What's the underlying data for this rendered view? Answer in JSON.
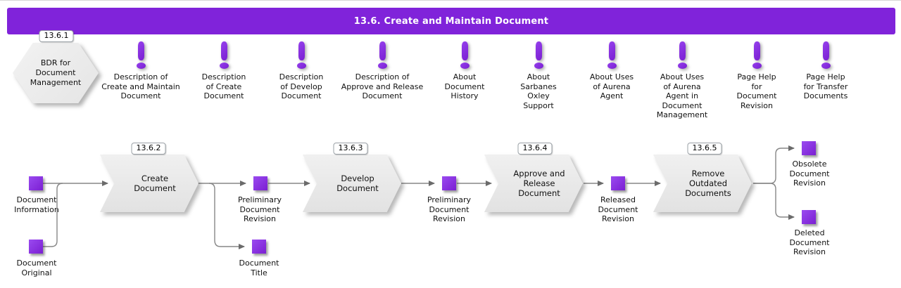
{
  "header": {
    "title": "13.6. Create and Maintain Document"
  },
  "colors": {
    "accent_purple": "#8023da",
    "shape_gray": "#e9e9e9",
    "line_gray": "#878787"
  },
  "bdr": {
    "badge": "13.6.1",
    "label": "BDR for\nDocument\nManagement"
  },
  "info_row": {
    "items": [
      {
        "label": "Description of\nCreate and Maintain\nDocument"
      },
      {
        "label": "Description\nof Create\nDocument"
      },
      {
        "label": "Description\nof Develop\nDocument"
      },
      {
        "label": "Description of\nApprove and Release\nDocument"
      },
      {
        "label": "About\nDocument\nHistory"
      },
      {
        "label": "About\nSarbanes\nOxley\nSupport"
      },
      {
        "label": "About Uses\nof Aurena\nAgent"
      },
      {
        "label": "About Uses\nof Aurena\nAgent in\nDocument\nManagement"
      },
      {
        "label": "Page Help\nfor\nDocument\nRevision"
      },
      {
        "label": "Page Help\nfor Transfer\nDocuments"
      }
    ]
  },
  "flow": {
    "steps": [
      {
        "badge": "13.6.2",
        "label": "Create\nDocument"
      },
      {
        "badge": "13.6.3",
        "label": "Develop\nDocument"
      },
      {
        "badge": "13.6.4",
        "label": "Approve and\nRelease\nDocument"
      },
      {
        "badge": "13.6.5",
        "label": "Remove\nOutdated\nDocuments"
      }
    ],
    "artifacts": [
      {
        "label": "Document\nInformation"
      },
      {
        "label": "Document\nOriginal"
      },
      {
        "label": "Preliminary\nDocument\nRevision"
      },
      {
        "label": "Document\nTitle"
      },
      {
        "label": "Preliminary\nDocument\nRevision"
      },
      {
        "label": "Released\nDocument\nRevision"
      },
      {
        "label": "Obsolete\nDocument\nRevision"
      },
      {
        "label": "Deleted\nDocument\nRevision"
      }
    ]
  }
}
